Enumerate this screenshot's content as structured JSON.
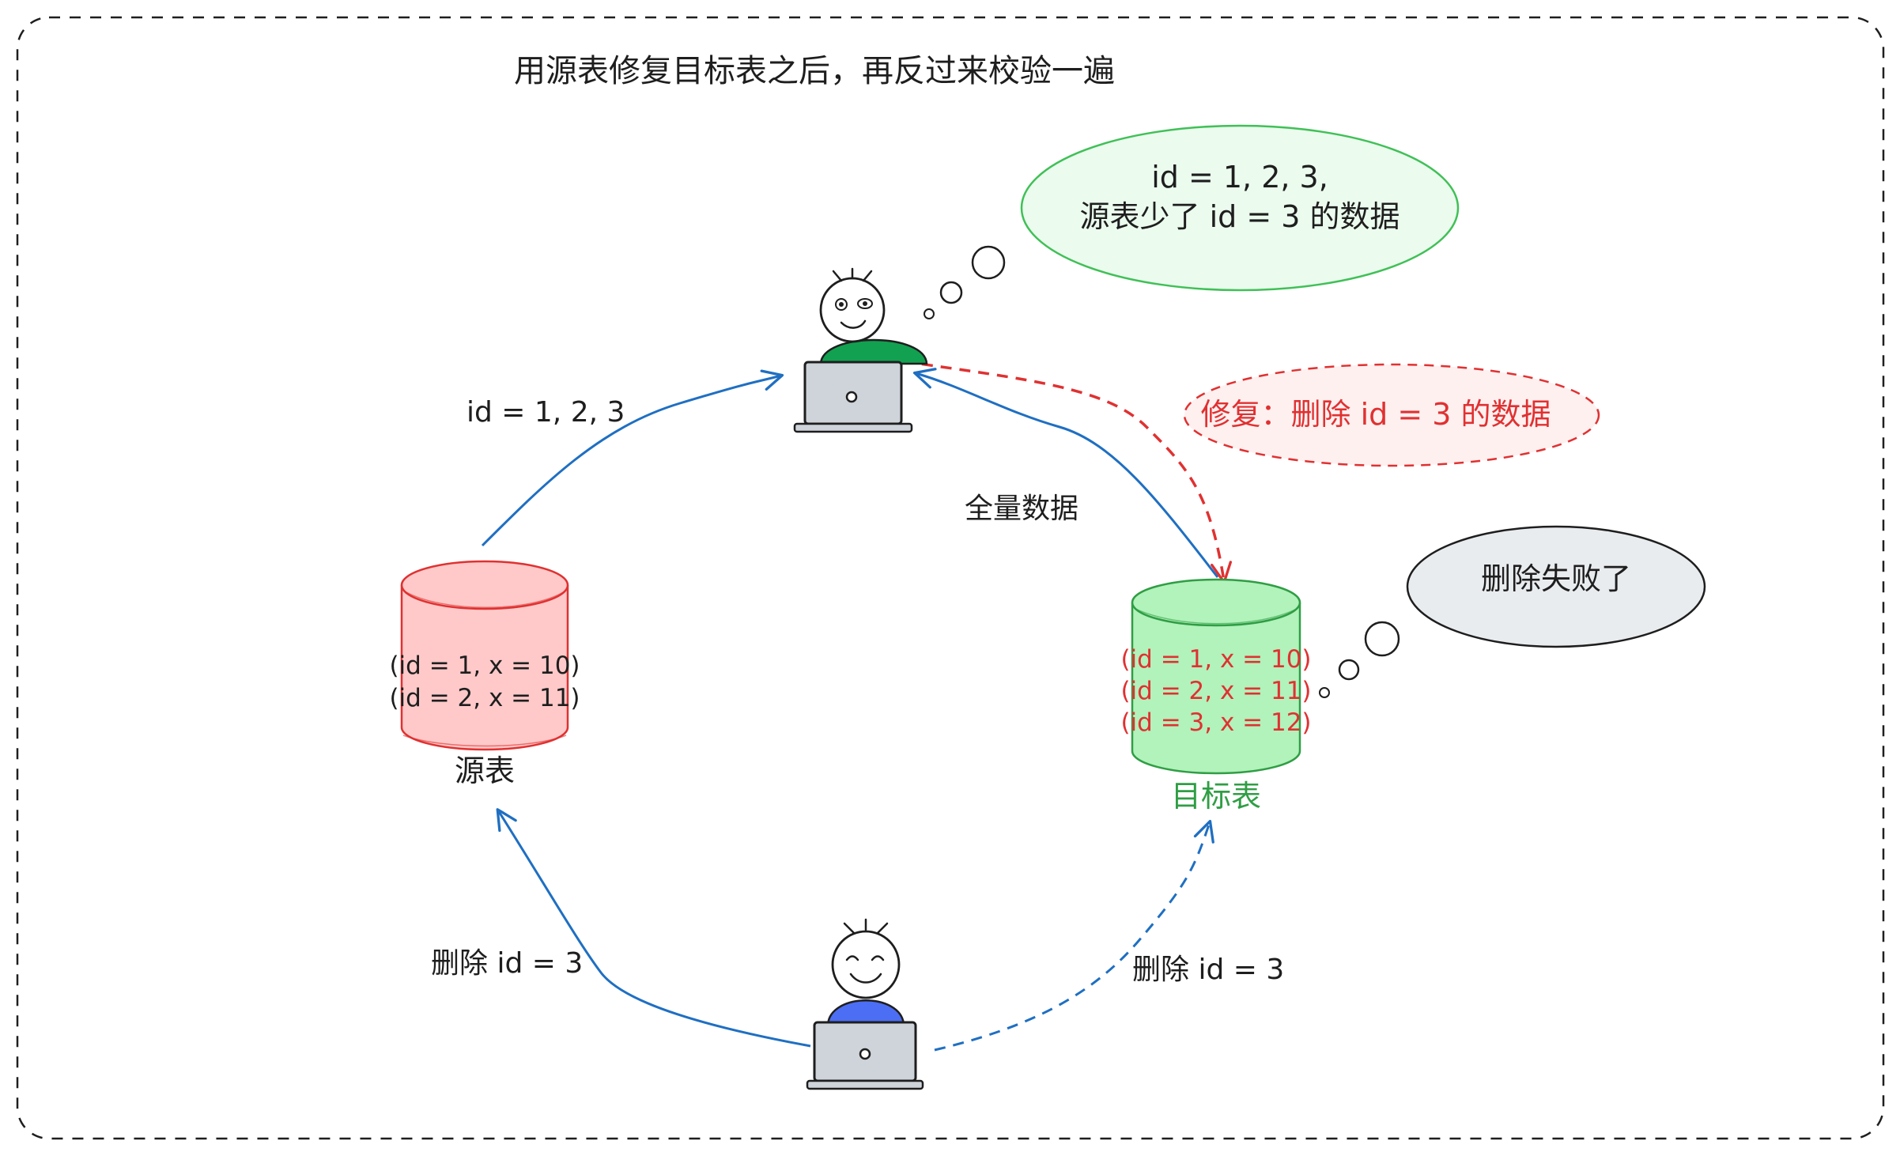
{
  "title": "用源表修复目标表之后，再反过来校验一遍",
  "thought_top": {
    "line1": "id = 1, 2, 3,",
    "line2": "源表少了 id = 3 的数据"
  },
  "repair_bubble": "修复：删除 id = 3 的数据",
  "fail_bubble": "删除失败了",
  "edges": {
    "source_to_checker": "id = 1, 2, 3",
    "target_to_checker": "全量数据",
    "writer_to_source": "删除 id = 3",
    "writer_to_target": "删除 id = 3"
  },
  "source_table": {
    "label": "源表",
    "rows": [
      "(id = 1, x = 10)",
      "(id = 2, x = 11)"
    ]
  },
  "target_table": {
    "label": "目标表",
    "rows": [
      "(id = 1, x = 10)",
      "(id = 2, x = 11)",
      "(id = 3, x = 12)"
    ]
  },
  "colors": {
    "arrow_blue": "#1f6fc2",
    "arrow_red": "#e03131",
    "source_fill": "#ffc9c9",
    "source_stroke": "#e03131",
    "target_fill": "#b2f2bb",
    "target_stroke": "#2f9e44",
    "green_bubble_fill": "#ebfbee",
    "green_bubble_stroke": "#40c057",
    "red_bubble_fill": "#fff0f0",
    "grey_bubble_fill": "#e9ecef",
    "checker_shirt": "#12a150",
    "writer_shirt": "#4c6ef5"
  },
  "icons": [
    "checker-person-icon",
    "laptop-icon",
    "writer-person-icon",
    "database-icon"
  ]
}
